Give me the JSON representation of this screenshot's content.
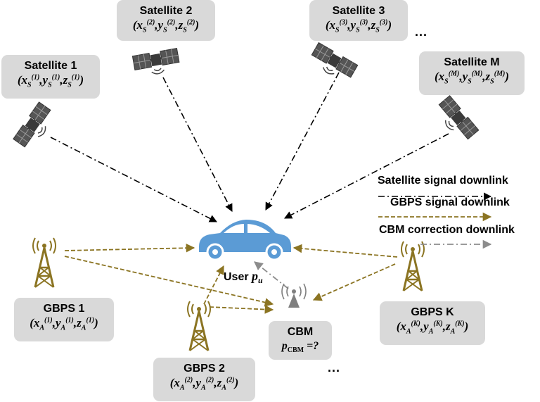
{
  "satellites": [
    {
      "id": "s1",
      "title": "Satellite 1",
      "idx": "1"
    },
    {
      "id": "s2",
      "title": "Satellite 2",
      "idx": "2"
    },
    {
      "id": "s3",
      "title": "Satellite 3",
      "idx": "3"
    },
    {
      "id": "sm",
      "title": "Satellite M",
      "idx": "M"
    }
  ],
  "gbps": [
    {
      "id": "g1",
      "title": "GBPS 1",
      "idx": "1"
    },
    {
      "id": "g2",
      "title": "GBPS 2",
      "idx": "2"
    },
    {
      "id": "gk",
      "title": "GBPS K",
      "idx": "K"
    }
  ],
  "coord_symbols": {
    "x": "x",
    "y": "y",
    "z": "z",
    "sat_sub": "S",
    "gbps_sub": "A"
  },
  "cbm": {
    "title": "CBM",
    "value_symbol": "p",
    "value_sub": "CBM",
    "value_suffix": "=?"
  },
  "user": {
    "label": "User",
    "symbol": "p",
    "sub": "u"
  },
  "legend": {
    "satellite": "Satellite signal downlink",
    "gbps": "GBPS signal downlink",
    "cbm": "CBM correction downlink"
  },
  "ellipsis": {
    "top": "...",
    "bottom": "..."
  },
  "colors": {
    "node_fill": "#d9d9d9",
    "satellite_line": "#000000",
    "gbps_line": "#8b7422",
    "cbm_line": "#8c8c8c",
    "car": "#5b9bd5",
    "tower": "#8b7422",
    "cbm_tower": "#7f7f7f"
  },
  "icons": [
    "satellite-icon",
    "tower-icon",
    "car-icon",
    "cbm-antenna-icon"
  ]
}
